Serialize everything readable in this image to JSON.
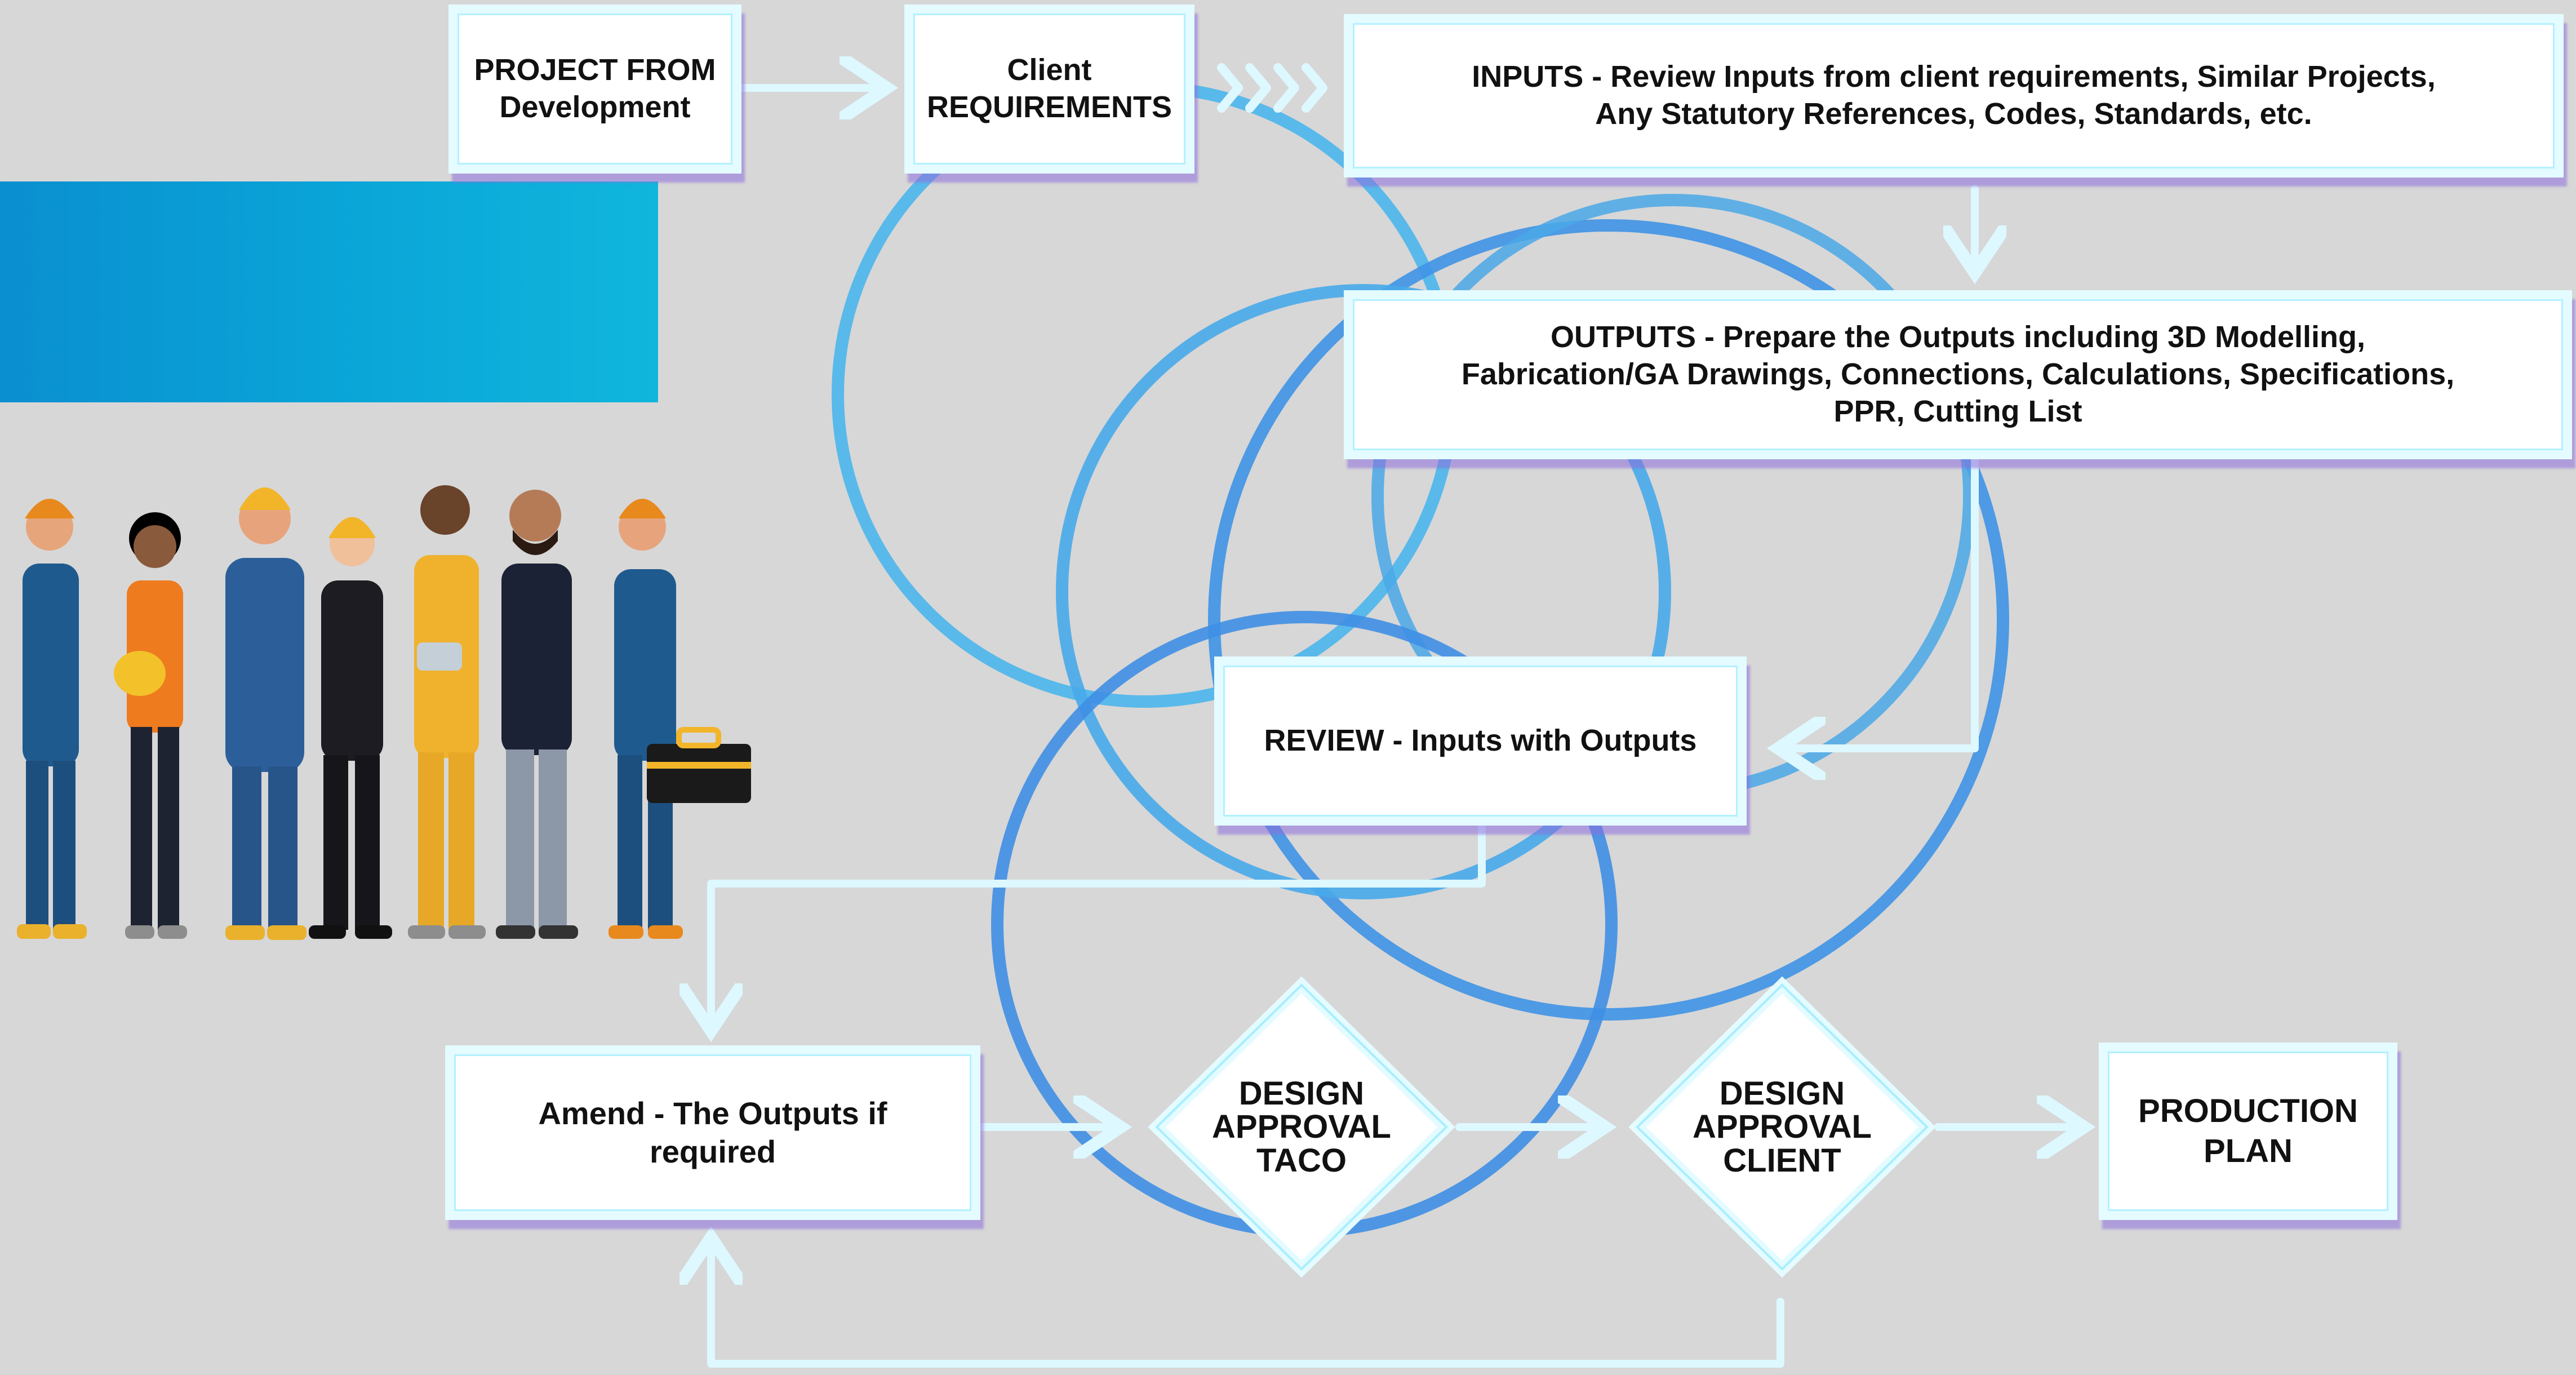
{
  "colors": {
    "background": "#d7d7d7",
    "ring": "#3f9ee8",
    "arrow": "#ddf8ff",
    "box_border": "#e4fbff",
    "banner": "#0aa6d8"
  },
  "flow": {
    "project": {
      "line1": "PROJECT FROM",
      "line2": "Development"
    },
    "client": {
      "line1": "Client",
      "line2": "REQUIREMENTS"
    },
    "inputs": {
      "line1": "INPUTS - Review Inputs from client requirements, Similar Projects,",
      "line2": "Any Statutory References, Codes, Standards, etc."
    },
    "outputs": {
      "line1": "OUTPUTS - Prepare the Outputs including 3D Modelling,",
      "line2": "Fabrication/GA Drawings, Connections, Calculations, Specifications,",
      "line3": "PPR, Cutting List"
    },
    "review": {
      "text": "REVIEW - Inputs with Outputs"
    },
    "amend": {
      "line1": "Amend - The Outputs if",
      "line2": "required"
    },
    "taco": {
      "line1": "DESIGN",
      "line2": "APPROVAL",
      "line3": "TACO"
    },
    "client_approval": {
      "line1": "DESIGN",
      "line2": "APPROVAL",
      "line3": "CLIENT"
    },
    "production": {
      "line1": "PRODUCTION",
      "line2": "PLAN"
    }
  },
  "illustration": {
    "subject": "group-of-construction-workers",
    "icon": "workers-icon"
  }
}
